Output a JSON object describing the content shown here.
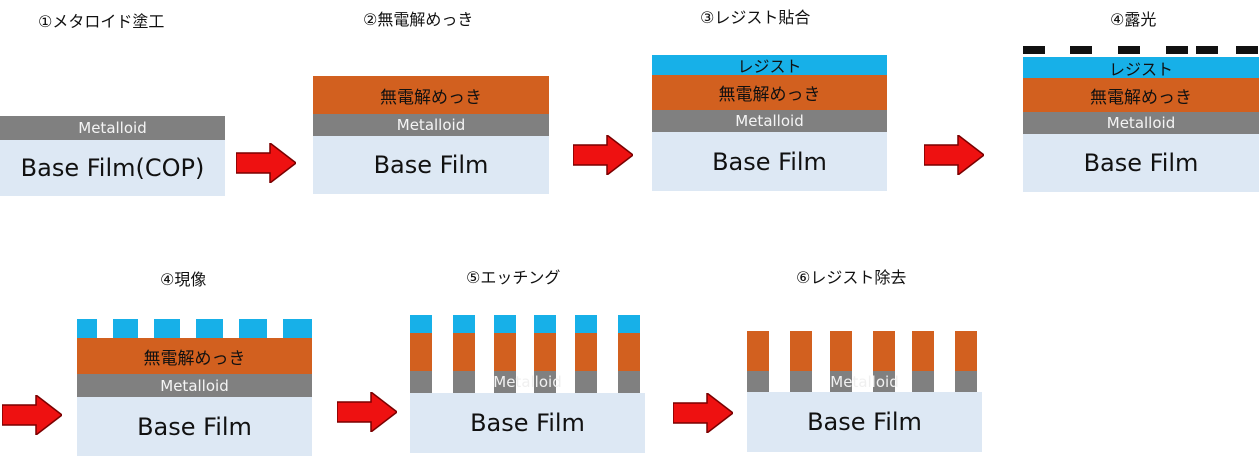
{
  "steps": [
    {
      "title": "①メタロイド塗工",
      "base": "Base Film(COP)",
      "metal": "Metalloid"
    },
    {
      "title": "②無電解めっき",
      "base": "Base Film",
      "metal": "Metalloid",
      "plate": "無電解めっき"
    },
    {
      "title": "③レジスト貼合",
      "base": "Base Film",
      "metal": "Metalloid",
      "plate": "無電解めっき",
      "resist": "レジスト"
    },
    {
      "title": "④露光",
      "base": "Base Film",
      "metal": "Metalloid",
      "plate": "無電解めっき",
      "resist": "レジスト"
    },
    {
      "title": "④現像",
      "base": "Base Film",
      "metal": "Metalloid",
      "plate": "無電解めっき"
    },
    {
      "title": "⑤エッチング",
      "base": "Base Film",
      "metal": "Metalloid"
    },
    {
      "title": "⑥レジスト除去",
      "base": "Base Film",
      "metal": "Metalloid"
    }
  ],
  "colors": {
    "base_film": "#dde8f4",
    "metalloid": "#808080",
    "plating": "#d2601f",
    "resist": "#17b0e8",
    "mask": "#111111",
    "arrow": "#ee1111"
  }
}
